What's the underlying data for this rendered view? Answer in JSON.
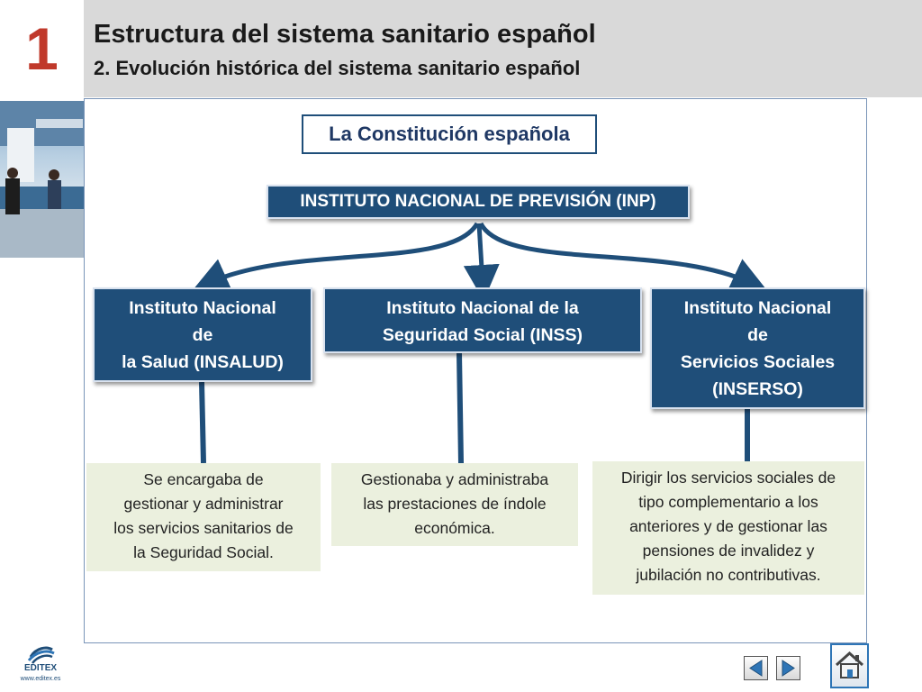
{
  "header": {
    "chapter_number": "1",
    "title": "Estructura del sistema sanitario español",
    "subtitle": "2. Evolución histórica del sistema sanitario español"
  },
  "diagram": {
    "root": "La Constitución española",
    "hub": "INSTITUTO NACIONAL DE PREVISIÓN (INP)",
    "institutes": [
      {
        "lines": [
          "Instituto Nacional",
          "de",
          "la Salud (INSALUD)"
        ]
      },
      {
        "lines": [
          "Instituto Nacional de la",
          "Seguridad Social (INSS)"
        ]
      },
      {
        "lines": [
          "Instituto Nacional",
          "de",
          "Servicios Sociales",
          "(INSERSO)"
        ]
      }
    ],
    "descriptions": [
      {
        "lines": [
          "Se encargaba de",
          "gestionar y administrar",
          "los servicios sanitarios de",
          "la Seguridad Social."
        ]
      },
      {
        "lines": [
          "Gestionaba y administraba",
          "las prestaciones de índole",
          "económica."
        ]
      },
      {
        "lines": [
          "Dirigir los servicios sociales de",
          "tipo complementario a los",
          "anteriores y de gestionar las",
          "pensiones de invalidez y",
          "jubilación no contributivas."
        ]
      }
    ]
  },
  "footer": {
    "logo_text": "EDITEX",
    "logo_url": "www.editex.es"
  },
  "colors": {
    "chapter": "#c0392b",
    "box_fill": "#1f4e79",
    "desc_fill": "#ebf0de",
    "connector": "#1f4e79"
  }
}
